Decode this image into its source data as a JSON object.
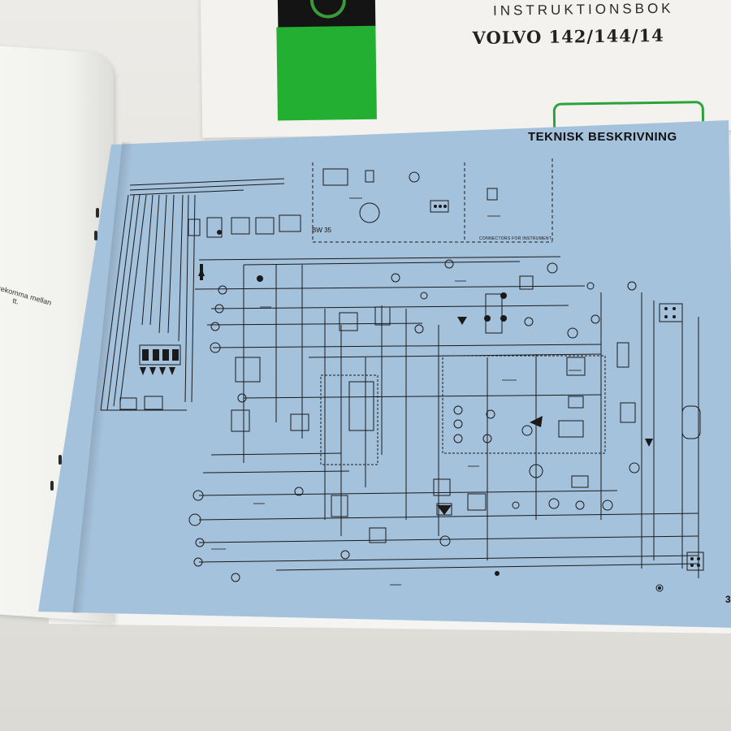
{
  "cover": {
    "title": "INSTRUKTIONSBOK",
    "model": "VOLVO 142/144/14"
  },
  "left_page": {
    "text_line_1": "ner kan förekomma mellan",
    "text_line_2": "tt."
  },
  "page": {
    "heading": "TEKNISK BESKRIVNING",
    "inset_label": "BW 35",
    "connector_label": "CONNECTORS FOR INSTRUMENT",
    "page_number": "3"
  },
  "colors": {
    "page_blue": "#a5c2dc",
    "cover_green": "#23b032",
    "ink": "#1a1a1a"
  }
}
